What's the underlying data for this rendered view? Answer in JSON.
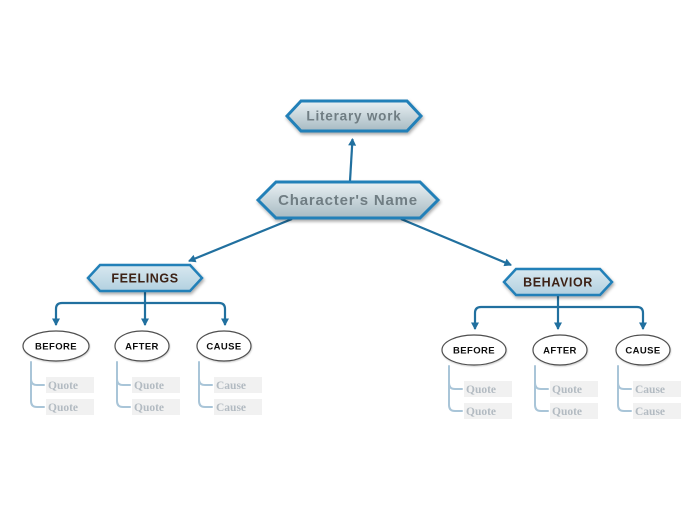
{
  "diagram": {
    "root": {
      "label": "Literary work"
    },
    "center": {
      "label": "Character's Name"
    },
    "branches": [
      {
        "label": "FEELINGS",
        "children": [
          {
            "label": "BEFORE",
            "items": [
              "Quote",
              "Quote"
            ]
          },
          {
            "label": "AFTER",
            "items": [
              "Quote",
              "Quote"
            ]
          },
          {
            "label": "CAUSE",
            "items": [
              "Cause",
              "Cause"
            ]
          }
        ]
      },
      {
        "label": "BEHAVIOR",
        "children": [
          {
            "label": "BEFORE",
            "items": [
              "Quote",
              "Quote"
            ]
          },
          {
            "label": "AFTER",
            "items": [
              "Quote",
              "Quote"
            ]
          },
          {
            "label": "CAUSE",
            "items": [
              "Cause",
              "Cause"
            ]
          }
        ]
      }
    ]
  },
  "colors": {
    "node_border": "#2380b8",
    "connector_dark": "#21709f",
    "connector_light": "#a9c5d8",
    "hex_gradient_top": "#e8eff3",
    "hex_gradient_bottom": "#a7bac2",
    "branch_gradient_top": "#d8e8f0",
    "branch_gradient_bottom": "#b2d0df",
    "root_text": "#6f7d83",
    "branch_text": "#3c2115",
    "ellipse_text": "#0d0d0d",
    "quote_text": "#b3bbc2",
    "quote_bg": "#f1f1f1",
    "canvas_bg": "#ffffff"
  }
}
